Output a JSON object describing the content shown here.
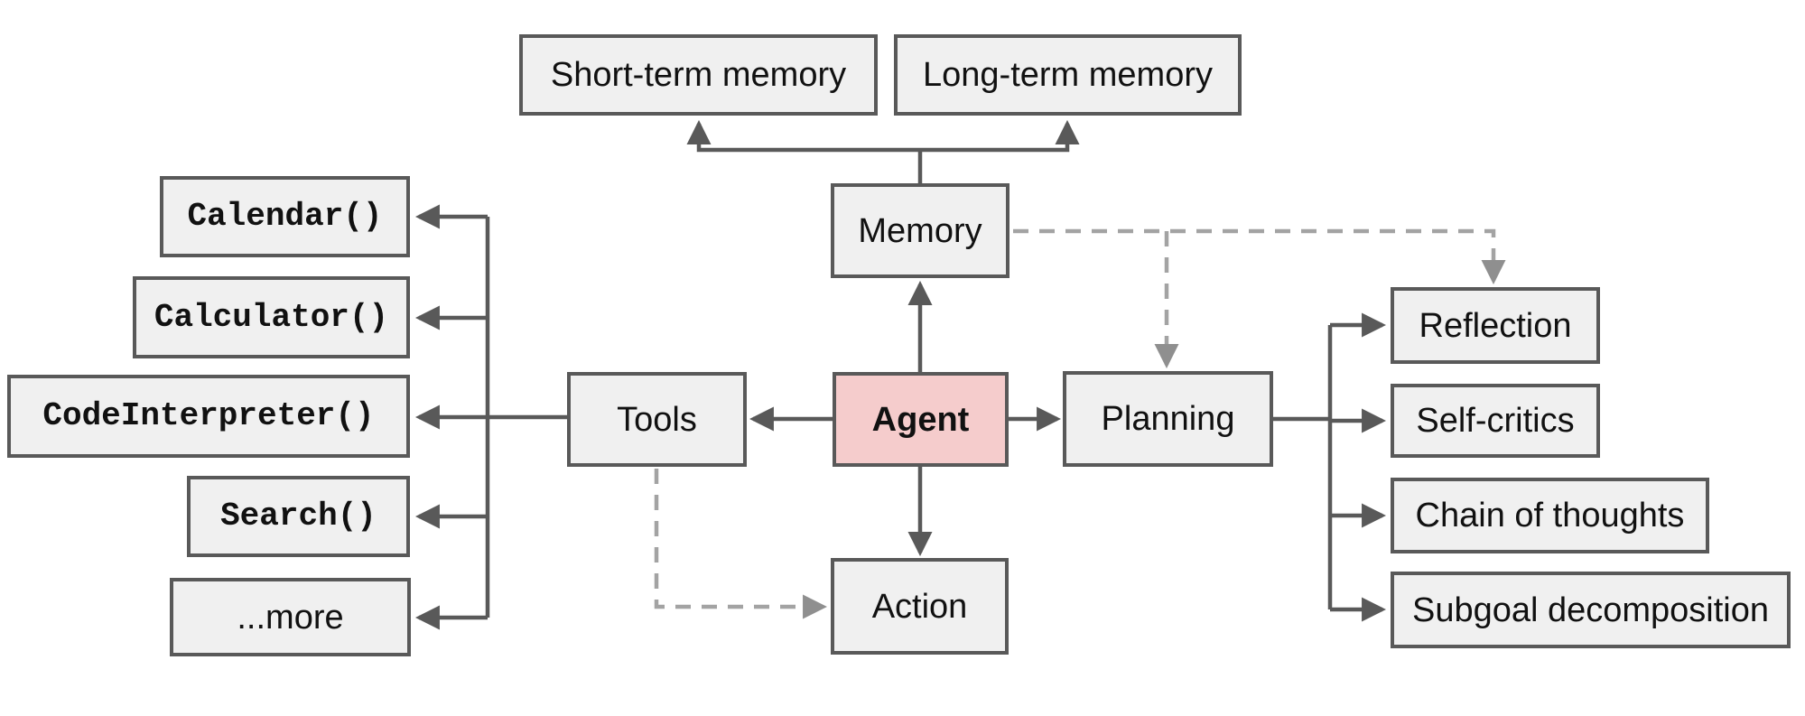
{
  "diagram": {
    "nodes": {
      "short_term_memory": {
        "label": "Short-term memory"
      },
      "long_term_memory": {
        "label": "Long-term memory"
      },
      "memory": {
        "label": "Memory"
      },
      "agent": {
        "label": "Agent"
      },
      "tools": {
        "label": "Tools"
      },
      "planning": {
        "label": "Planning"
      },
      "action": {
        "label": "Action"
      },
      "calendar": {
        "label": "Calendar()"
      },
      "calculator": {
        "label": "Calculator()"
      },
      "code_interpreter": {
        "label": "CodeInterpreter()"
      },
      "search": {
        "label": "Search()"
      },
      "more": {
        "label": "...more"
      },
      "reflection": {
        "label": "Reflection"
      },
      "self_critics": {
        "label": "Self-critics"
      },
      "chain_of_thoughts": {
        "label": "Chain of thoughts"
      },
      "subgoal_decomposition": {
        "label": "Subgoal decomposition"
      }
    },
    "edges": [
      {
        "from": "memory",
        "to": "short_term_memory",
        "style": "solid"
      },
      {
        "from": "memory",
        "to": "long_term_memory",
        "style": "solid"
      },
      {
        "from": "agent",
        "to": "memory",
        "style": "solid"
      },
      {
        "from": "agent",
        "to": "tools",
        "style": "solid"
      },
      {
        "from": "agent",
        "to": "planning",
        "style": "solid"
      },
      {
        "from": "agent",
        "to": "action",
        "style": "solid"
      },
      {
        "from": "tools",
        "to": "calendar",
        "style": "solid"
      },
      {
        "from": "tools",
        "to": "calculator",
        "style": "solid"
      },
      {
        "from": "tools",
        "to": "code_interpreter",
        "style": "solid"
      },
      {
        "from": "tools",
        "to": "search",
        "style": "solid"
      },
      {
        "from": "tools",
        "to": "more",
        "style": "solid"
      },
      {
        "from": "planning",
        "to": "reflection",
        "style": "solid"
      },
      {
        "from": "planning",
        "to": "self_critics",
        "style": "solid"
      },
      {
        "from": "planning",
        "to": "chain_of_thoughts",
        "style": "solid"
      },
      {
        "from": "planning",
        "to": "subgoal_decomposition",
        "style": "solid"
      },
      {
        "from": "memory",
        "to": "planning",
        "style": "dashed"
      },
      {
        "from": "memory",
        "to": "reflection",
        "style": "dashed"
      },
      {
        "from": "tools",
        "to": "action",
        "style": "dashed"
      }
    ],
    "colors": {
      "background": "#ffffff",
      "box_fill": "#f0f0f0",
      "box_border": "#595959",
      "agent_fill": "#f5cccc",
      "solid_line": "#595959",
      "dashed_line": "#a3a3a3",
      "dashed_arrowhead": "#8f8f8f",
      "text": "#111111"
    }
  }
}
